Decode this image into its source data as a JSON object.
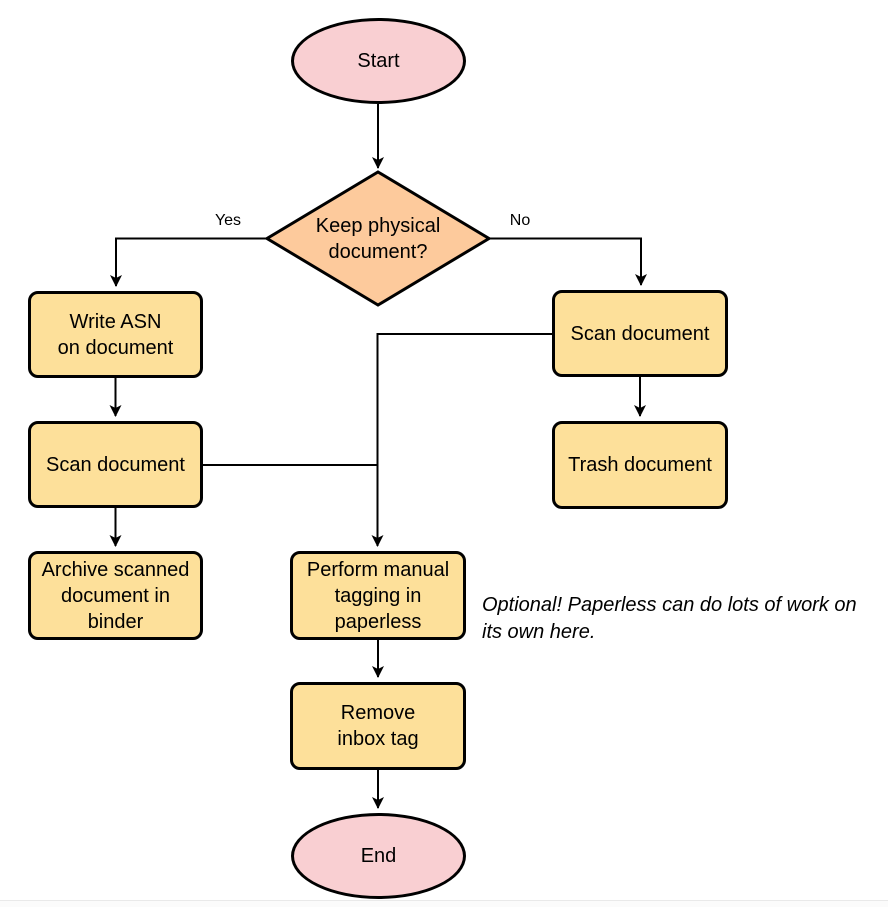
{
  "colors": {
    "canvas_bg": "#ffffff",
    "terminal_fill": "#F9CFD2",
    "decision_fill": "#FDCA9C",
    "process_fill": "#FDE09A",
    "stroke": "#000000",
    "text": "#000000",
    "divider": "#e9e9e9",
    "footer_bg": "#fbfbfb"
  },
  "nodes": {
    "start": "Start",
    "decision": "Keep physical\ndocument?",
    "write_asn": "Write ASN\non document",
    "scan_left": "Scan document",
    "archive": "Archive scanned\ndocument in\nbinder",
    "scan_right": "Scan document",
    "trash": "Trash document",
    "tagging": "Perform manual\ntagging in\npaperless",
    "remove_inbox": "Remove\ninbox tag",
    "end": "End"
  },
  "edge_labels": {
    "yes": "Yes",
    "no": "No"
  },
  "annotation": {
    "text": "Optional! Paperless can do lots of work on\nits own here."
  }
}
